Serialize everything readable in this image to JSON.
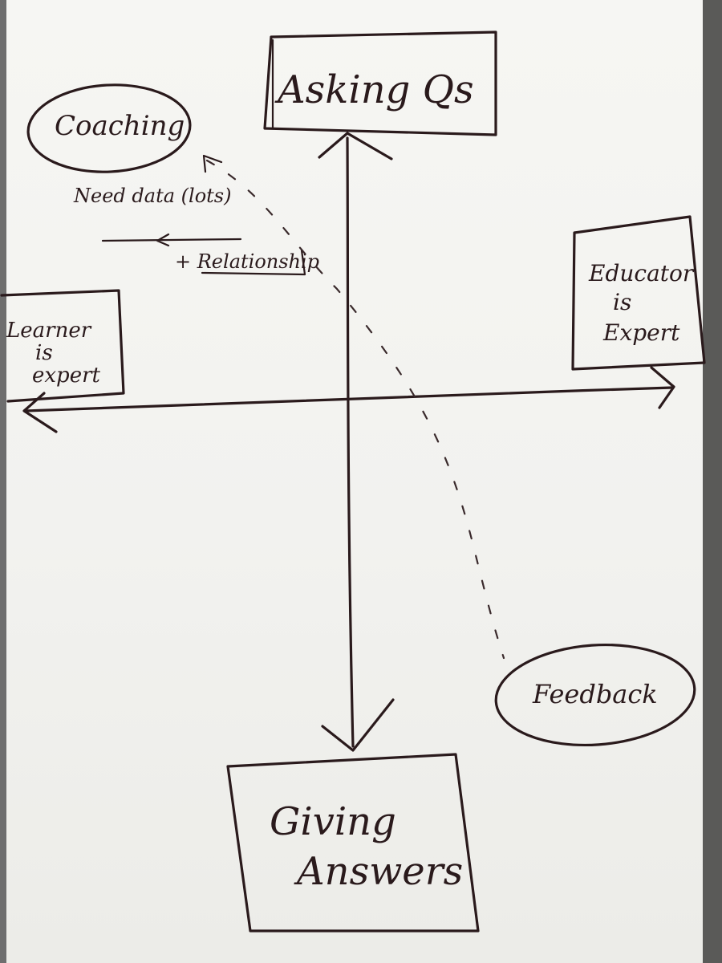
{
  "diagram": {
    "ink_color": "#2a1a1c",
    "paper_color": "#f4f4f1",
    "nodes": {
      "asking": "Asking Qs",
      "giving": "Giving Answers",
      "coaching": "Coaching",
      "feedback": "Feedback",
      "learner_expert": "Learner is expert",
      "educator_expert": "Educator is Expert"
    },
    "notes": {
      "need_data": "Need data (lots)",
      "relationship": "+ Relationship"
    }
  }
}
